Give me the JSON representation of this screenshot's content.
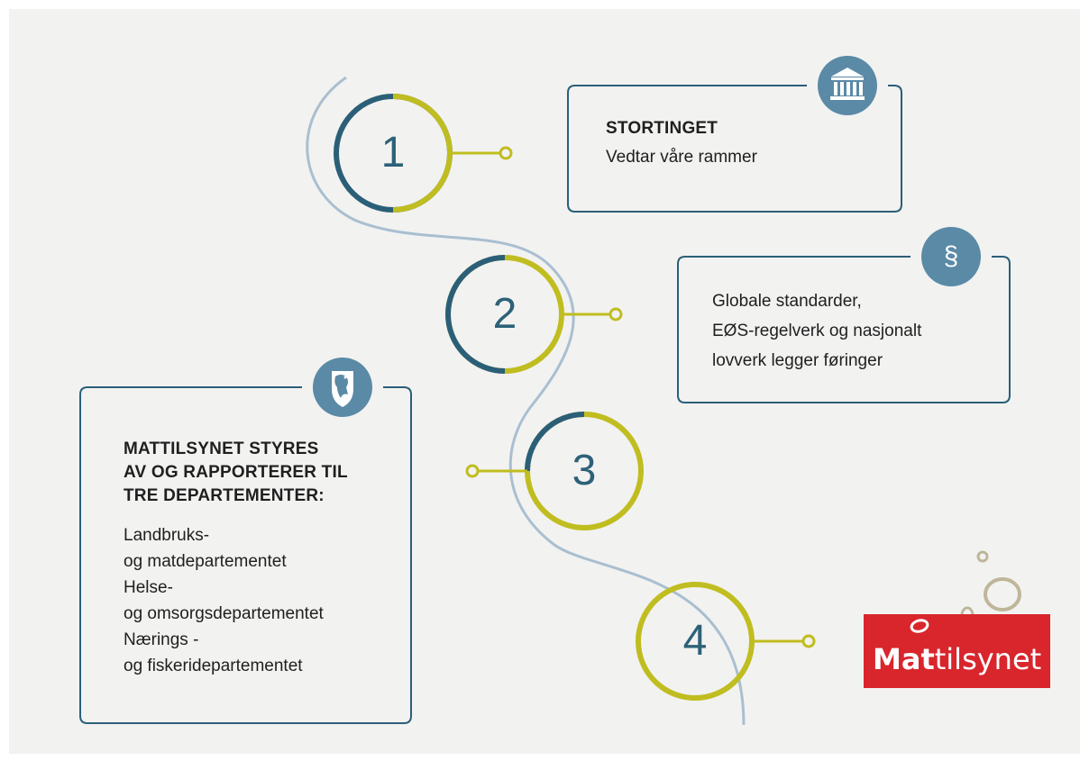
{
  "steps": [
    {
      "number": "1"
    },
    {
      "number": "2"
    },
    {
      "number": "3"
    },
    {
      "number": "4"
    }
  ],
  "boxes": {
    "stortinget": {
      "title": "STORTINGET",
      "body": "Vedtar våre rammer",
      "icon": "parliament-building-icon"
    },
    "regelverk": {
      "lines": [
        "Globale standarder,",
        "EØS-regelverk og nasjonalt",
        "lovverk legger føringer"
      ],
      "icon": "paragraph-section-icon",
      "icon_glyph": "§"
    },
    "departementer": {
      "title_lines": [
        "MATTILSYNET STYRES",
        "AV OG RAPPORTERER TIL",
        "TRE DEPARTEMENTER:"
      ],
      "items": [
        "Landbruks-",
        "og matdepartementet",
        "Helse-",
        "og omsorgsdepartementet",
        "Nærings -",
        "og fiskeridepartementet"
      ],
      "icon": "norwegian-lion-crest-icon"
    }
  },
  "logo": {
    "bold": "Mat",
    "rest": "tilsynet"
  },
  "colors": {
    "background": "#f2f2f1",
    "dark_blue": "#2b5f78",
    "icon_blue": "#5a8aa6",
    "yellow_green": "#c0bd20",
    "path_line": "#a9bfd0",
    "logo_red": "#d8262c",
    "bubble": "#bfb69a"
  }
}
